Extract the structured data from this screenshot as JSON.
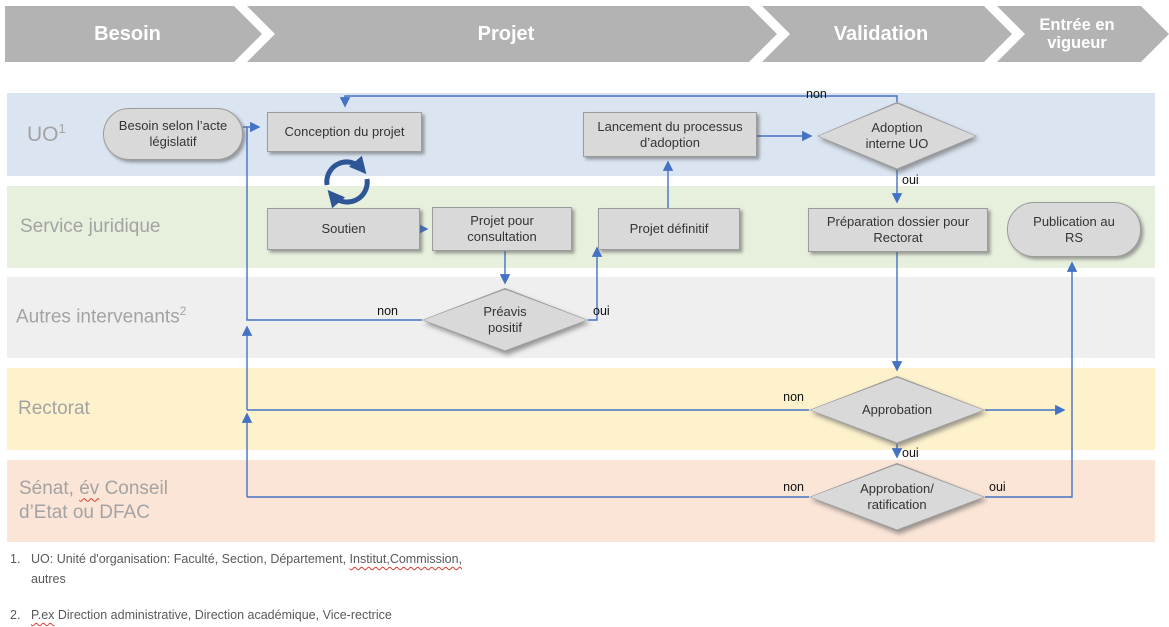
{
  "phases": [
    {
      "label": "Besoin"
    },
    {
      "label": "Projet"
    },
    {
      "label": "Validation"
    },
    {
      "label": "Entrée en vigueur"
    }
  ],
  "lanes": [
    {
      "label": "UO",
      "sup": "1",
      "color": "#dbe5f2"
    },
    {
      "label": "Service juridique",
      "color": "#e7efdd"
    },
    {
      "label": "Autres intervenants",
      "sup": "2",
      "color": "#efefef"
    },
    {
      "label": "Rectorat",
      "color": "#fef2cd"
    },
    {
      "label_pre": "Sénat, ",
      "label_wavy": "év",
      "label_post": " Conseil",
      "label_line2": "d’Etat ou DFAC",
      "color": "#fbe5d7"
    }
  ],
  "nodes": {
    "besoin": "Besoin selon l’acte législatif",
    "conception": "Conception du projet",
    "lancement": "Lancement du processus d’adoption",
    "adoption": "Adoption interne UO",
    "soutien": "Soutien",
    "projet_consultation": "Projet pour consultation",
    "projet_definitif": "Projet définitif",
    "preparation": "Préparation dossier pour Rectorat",
    "publication": "Publication au RS",
    "preavis": "Préavis positif",
    "approbation": "Approbation",
    "ratification": "Approbation/ ratification"
  },
  "edge_labels": {
    "adoption_non": "non",
    "adoption_oui": "oui",
    "preavis_non": "non",
    "preavis_oui": "oui",
    "approbation_non": "non",
    "approbation_oui": "oui",
    "ratification_non": "non",
    "ratification_oui": "oui"
  },
  "footnotes": [
    {
      "num": "1.",
      "part1": "UO: Unité d'organisation: Faculté, Section, Département, ",
      "wavy": "Institut,Commission,",
      "line2": "autres"
    },
    {
      "num": "2.",
      "wavy": "P.ex",
      "rest": " Direction administrative, Direction académique, Vice-rectrice"
    }
  ],
  "colors": {
    "connector_blue": "#4472c4",
    "cycle_icon_blue": "#2e5697",
    "chevron_gray": "#b4b3b3",
    "node_fill": "#d9d9d9",
    "lane_label_gray": "#a3a3a3",
    "footnote_gray": "#595959",
    "squiggle_red": "#d83b2e"
  }
}
